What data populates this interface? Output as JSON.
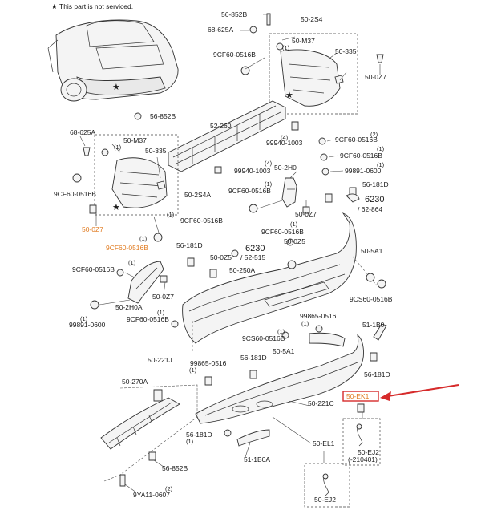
{
  "legend": {
    "symbol": "★",
    "note": "This part is not serviced."
  },
  "highlight_color": "#d62b2b",
  "callout_color": "#e07a1f",
  "labels": {
    "p56_852B_top": "56-852B",
    "p68_625A_top": "68-625A",
    "p50_2S4": "50-2S4",
    "p50_M37_r": "50-M37",
    "p9CF60_0516B_tr": "9CF60-0516B",
    "p50_335_r": "50-335",
    "p50_0Z7_r": "50-0Z7",
    "p56_852B_mid": "56-852B",
    "p52_260": "52-260",
    "p68_625A_l": "68-625A",
    "p50_M37_l": "50-M37",
    "p50_335_l": "50-335",
    "p99940_1003_a": "99940-1003",
    "p99940_1003_b": "99940-1003",
    "p9CF60_0516B_r1": "9CF60-0516B",
    "p9CF60_0516B_r2": "9CF60-0516B",
    "p99891_0600_r": "99891-0600",
    "p50_2H0": "50-2H0",
    "p9CF60_0516B_c": "9CF60-0516B",
    "p9CF60_0516B_l": "9CF60-0516B",
    "p50_2S4A": "50-2S4A",
    "p56_181D_r": "56-181D",
    "p6230_r": "6230",
    "p62_864": "/ 62-864",
    "p50_0Z7_c": "50-0Z7",
    "p50_0Z7_l": "50-0Z7",
    "p9CF60_0516B_cl": "9CF60-0516B",
    "p9CF60_0516B_orange": "9CF60-0516B",
    "p9CF60_0516B_cr": "9CF60-0516B",
    "p50_0Z5_r": "50-0Z5",
    "p56_181D_c": "56-181D",
    "p50_0Z5_c": "50-0Z5",
    "p6230_c": "6230",
    "p52_515": "/ 52-515",
    "p50_5A1_r": "50-5A1",
    "p9CF60_0516B_ll": "9CF60-0516B",
    "p50_250A": "50-250A",
    "p50_2H0A": "50-2H0A",
    "p50_0Z7_ll": "50-0Z7",
    "p9CS60_0516B_r": "9CS60-0516B",
    "p99891_0600_l": "99891-0600",
    "p9CF60_0516B_lc": "9CF60-0516B",
    "p99865_0516_r": "99865-0516",
    "p51_1B0": "51-1B0",
    "p9CS60_0516B_c": "9CS60-0516B",
    "p50_5A1_c": "50-5A1",
    "p50_221J": "50-221J",
    "p56_181D_lc": "56-181D",
    "p99865_0516_l": "99865-0516",
    "p56_181D_rr": "56-181D",
    "p50_EK1": "50-EK1",
    "p50_270A": "50-270A",
    "p50_221C": "50-221C",
    "p56_181D_b": "56-181D",
    "p50_EL1": "50-EL1",
    "p50_EJ2_a": "50-EJ2",
    "p210401": "(-210401)",
    "p51_1B0A": "51-1B0A",
    "p56_852B_b": "56-852B",
    "p9YA11_0607": "9YA11-0607",
    "p50_EJ2_b": "50-EJ2"
  },
  "qty": {
    "one": "(1)",
    "two": "(2)",
    "four": "(4)"
  }
}
